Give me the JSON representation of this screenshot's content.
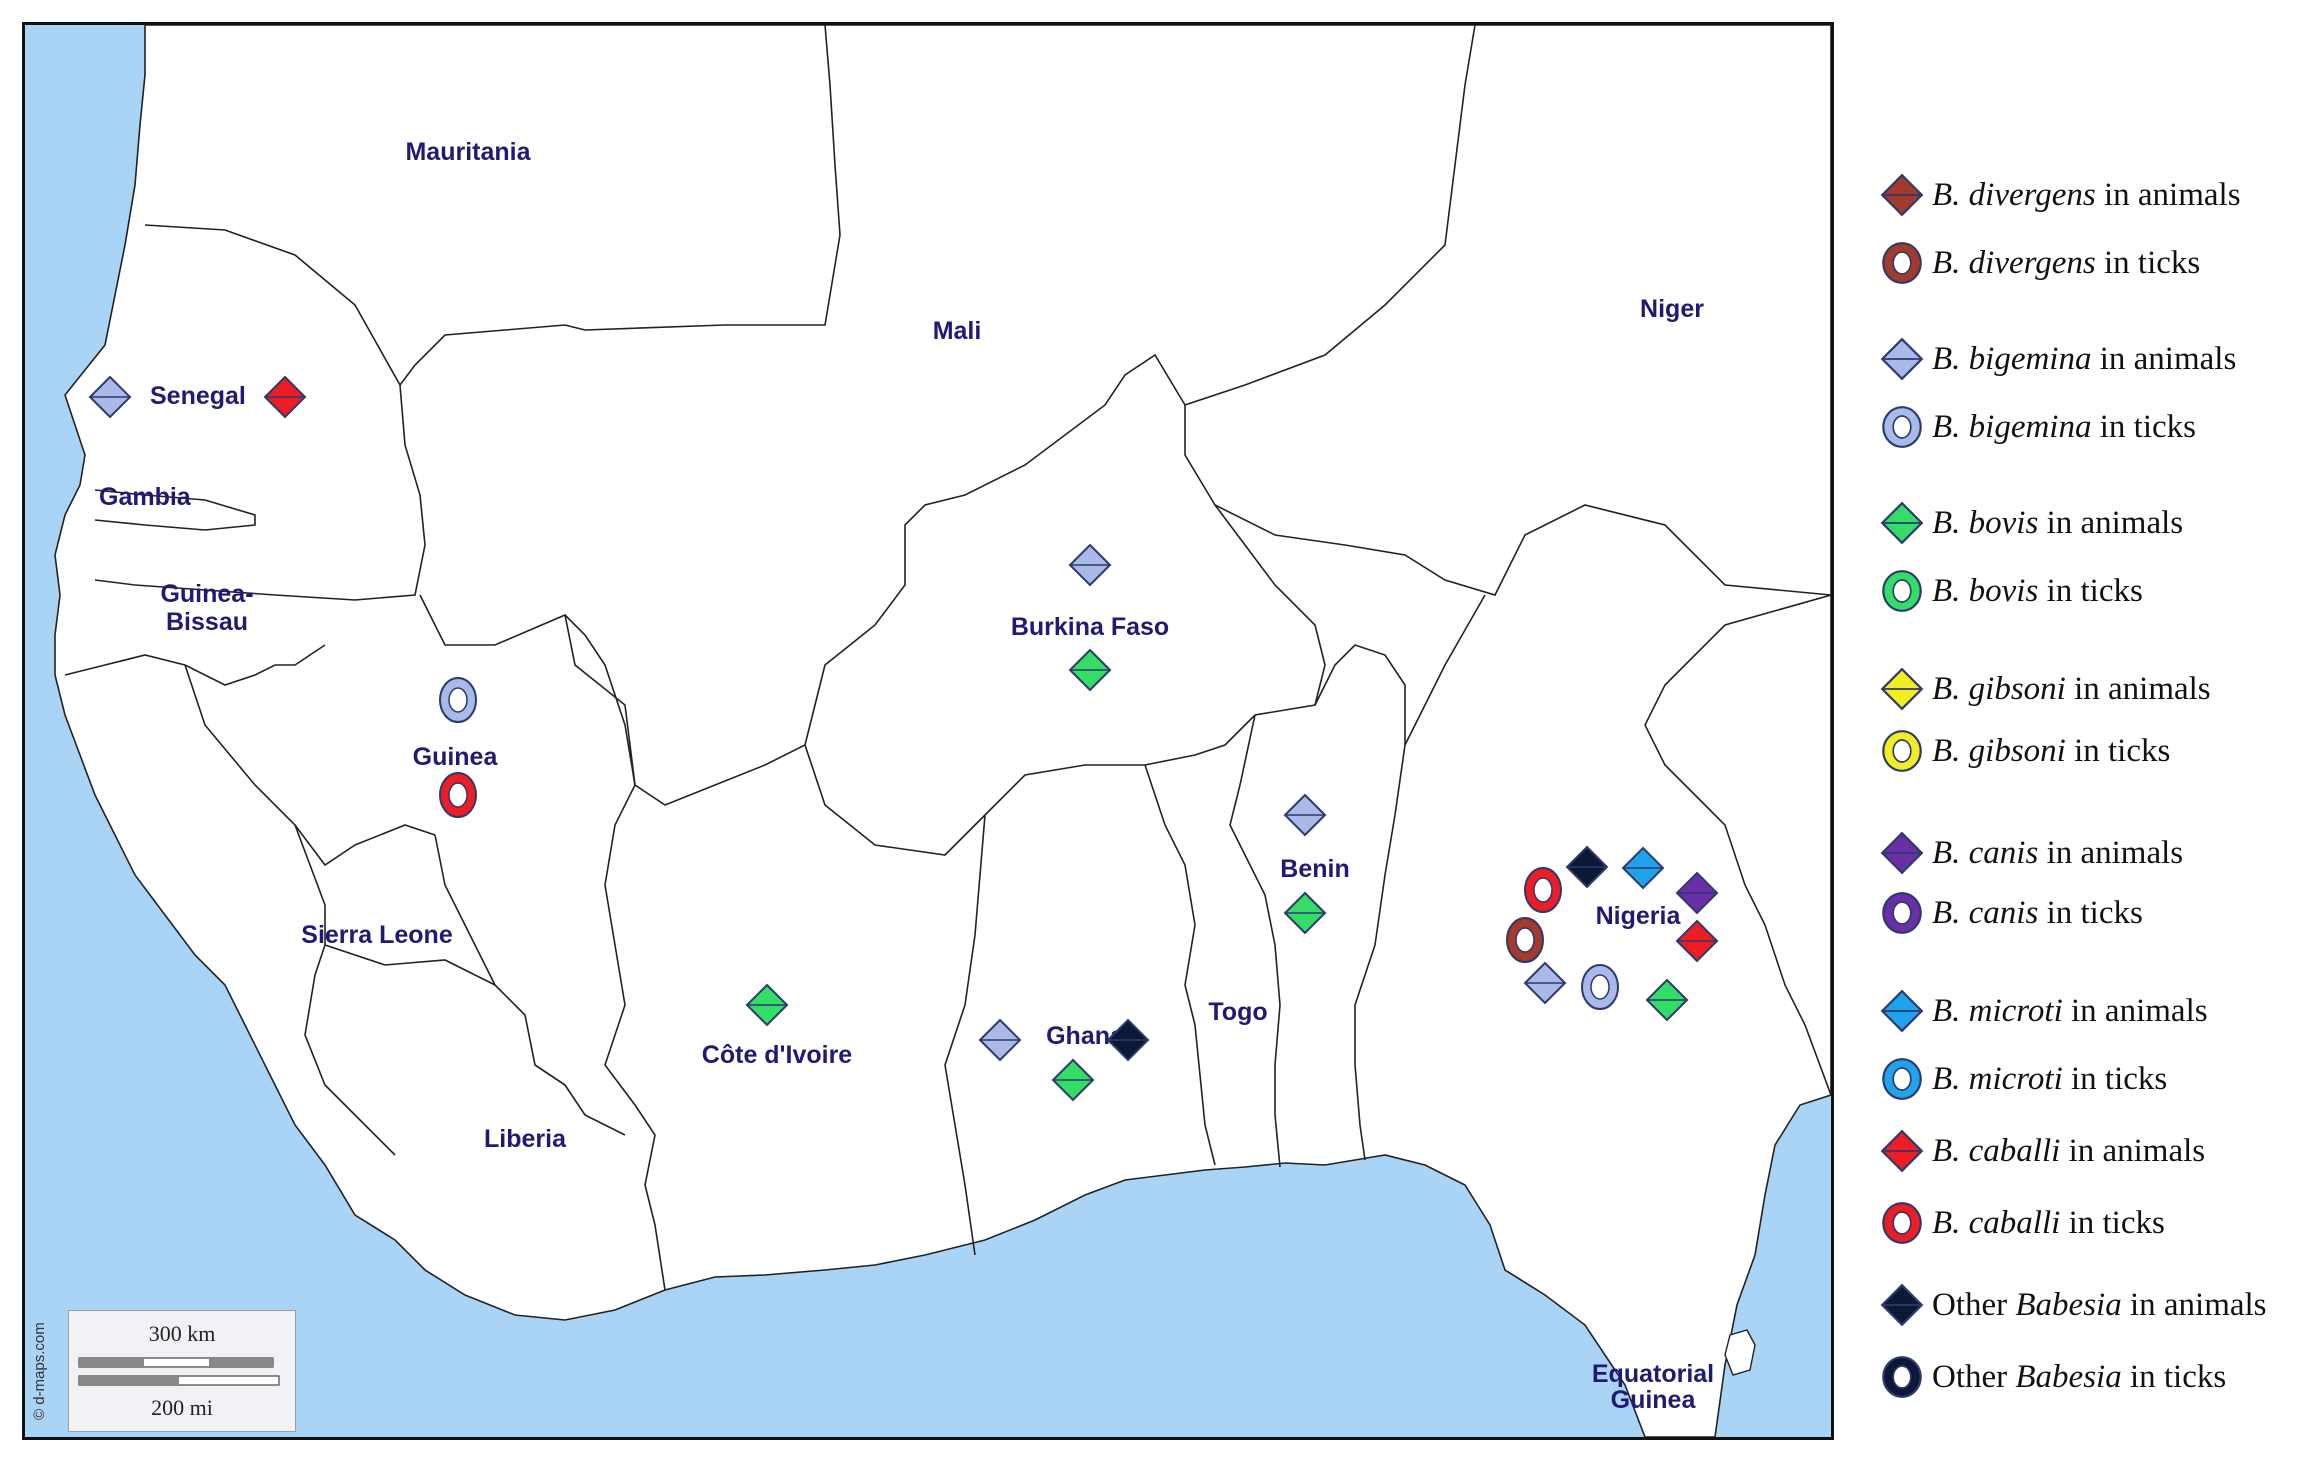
{
  "map": {
    "countries": [
      {
        "id": "mauritania",
        "name": "Mauritania"
      },
      {
        "id": "mali",
        "name": "Mali"
      },
      {
        "id": "niger",
        "name": "Niger"
      },
      {
        "id": "senegal",
        "name": "Senegal"
      },
      {
        "id": "gambia",
        "name": "Gambia"
      },
      {
        "id": "guinea-bissau",
        "name": "Guinea-\nBissau"
      },
      {
        "id": "guinea",
        "name": "Guinea"
      },
      {
        "id": "burkina-faso",
        "name": "Burkina Faso"
      },
      {
        "id": "sierra-leone",
        "name": "Sierra Leone"
      },
      {
        "id": "liberia",
        "name": "Liberia"
      },
      {
        "id": "cote-divoire",
        "name": "Côte d'Ivoire"
      },
      {
        "id": "ghana",
        "name": "Ghana"
      },
      {
        "id": "togo",
        "name": "Togo"
      },
      {
        "id": "benin",
        "name": "Benin"
      },
      {
        "id": "nigeria",
        "name": "Nigeria"
      },
      {
        "id": "equatorial-guinea",
        "name": "Equatorial\nGuinea"
      }
    ],
    "credit": "© d-maps.com",
    "scale": {
      "km": "300 km",
      "mi": "200 mi"
    }
  },
  "colors": {
    "sea": "#aad4f5",
    "land": "#ffffff",
    "border": "#222222",
    "label": "#1f1a77",
    "divergens": "#a43a2c",
    "bigemina": "#a9b9e8",
    "bovis": "#33dd66",
    "gibsoni": "#f2ee22",
    "canis": "#6a2fa6",
    "microti": "#1fa3ea",
    "caballi": "#ee1c24",
    "other": "#0c1836"
  },
  "legend": [
    {
      "key": "divergens",
      "shape": "diamond",
      "italic": "B. divergens",
      "rest": " in animals"
    },
    {
      "key": "divergens",
      "shape": "ring",
      "italic": "B. divergens",
      "rest": " in ticks"
    },
    {
      "key": "bigemina",
      "shape": "diamond",
      "italic": "B. bigemina",
      "rest": " in animals"
    },
    {
      "key": "bigemina",
      "shape": "ring",
      "italic": "B. bigemina",
      "rest": " in ticks"
    },
    {
      "key": "bovis",
      "shape": "diamond",
      "italic": "B. bovis",
      "rest": " in animals"
    },
    {
      "key": "bovis",
      "shape": "ring",
      "italic": "B. bovis",
      "rest": " in ticks"
    },
    {
      "key": "gibsoni",
      "shape": "diamond",
      "italic": "B. gibsoni",
      "rest": " in animals"
    },
    {
      "key": "gibsoni",
      "shape": "ring",
      "italic": "B. gibsoni",
      "rest": " in ticks"
    },
    {
      "key": "canis",
      "shape": "diamond",
      "italic": "B. canis",
      "rest": " in animals"
    },
    {
      "key": "canis",
      "shape": "ring",
      "italic": "B. canis",
      "rest": " in ticks"
    },
    {
      "key": "microti",
      "shape": "diamond",
      "italic": "B. microti",
      "rest": " in animals"
    },
    {
      "key": "microti",
      "shape": "ring",
      "italic": "B. microti",
      "rest": " in ticks"
    },
    {
      "key": "caballi",
      "shape": "diamond",
      "italic": "B. caballi",
      "rest": " in animals"
    },
    {
      "key": "caballi",
      "shape": "ring",
      "italic": "B. caballi",
      "rest": " in ticks"
    },
    {
      "key": "other",
      "shape": "diamond",
      "pre": "Other ",
      "italic": "Babesia",
      "rest": " in animals"
    },
    {
      "key": "other",
      "shape": "ring",
      "pre": "Other ",
      "italic": "Babesia",
      "rest": " in ticks"
    }
  ],
  "markers": [
    {
      "country": "senegal",
      "key": "bigemina",
      "shape": "diamond"
    },
    {
      "country": "senegal",
      "key": "caballi",
      "shape": "diamond"
    },
    {
      "country": "guinea",
      "key": "bigemina",
      "shape": "ring"
    },
    {
      "country": "guinea",
      "key": "caballi",
      "shape": "ring"
    },
    {
      "country": "burkina-faso",
      "key": "bigemina",
      "shape": "diamond"
    },
    {
      "country": "burkina-faso",
      "key": "bovis",
      "shape": "diamond"
    },
    {
      "country": "cote-divoire",
      "key": "bovis",
      "shape": "diamond"
    },
    {
      "country": "ghana",
      "key": "bigemina",
      "shape": "diamond"
    },
    {
      "country": "ghana",
      "key": "other",
      "shape": "diamond"
    },
    {
      "country": "ghana",
      "key": "bovis",
      "shape": "diamond"
    },
    {
      "country": "benin",
      "key": "bigemina",
      "shape": "diamond"
    },
    {
      "country": "benin",
      "key": "bovis",
      "shape": "diamond"
    },
    {
      "country": "nigeria",
      "key": "caballi",
      "shape": "ring"
    },
    {
      "country": "nigeria",
      "key": "other",
      "shape": "diamond"
    },
    {
      "country": "nigeria",
      "key": "microti",
      "shape": "diamond"
    },
    {
      "country": "nigeria",
      "key": "canis",
      "shape": "diamond"
    },
    {
      "country": "nigeria",
      "key": "divergens",
      "shape": "ring"
    },
    {
      "country": "nigeria",
      "key": "caballi",
      "shape": "diamond"
    },
    {
      "country": "nigeria",
      "key": "bigemina",
      "shape": "diamond"
    },
    {
      "country": "nigeria",
      "key": "bigemina",
      "shape": "ring"
    },
    {
      "country": "nigeria",
      "key": "bovis",
      "shape": "diamond"
    }
  ]
}
